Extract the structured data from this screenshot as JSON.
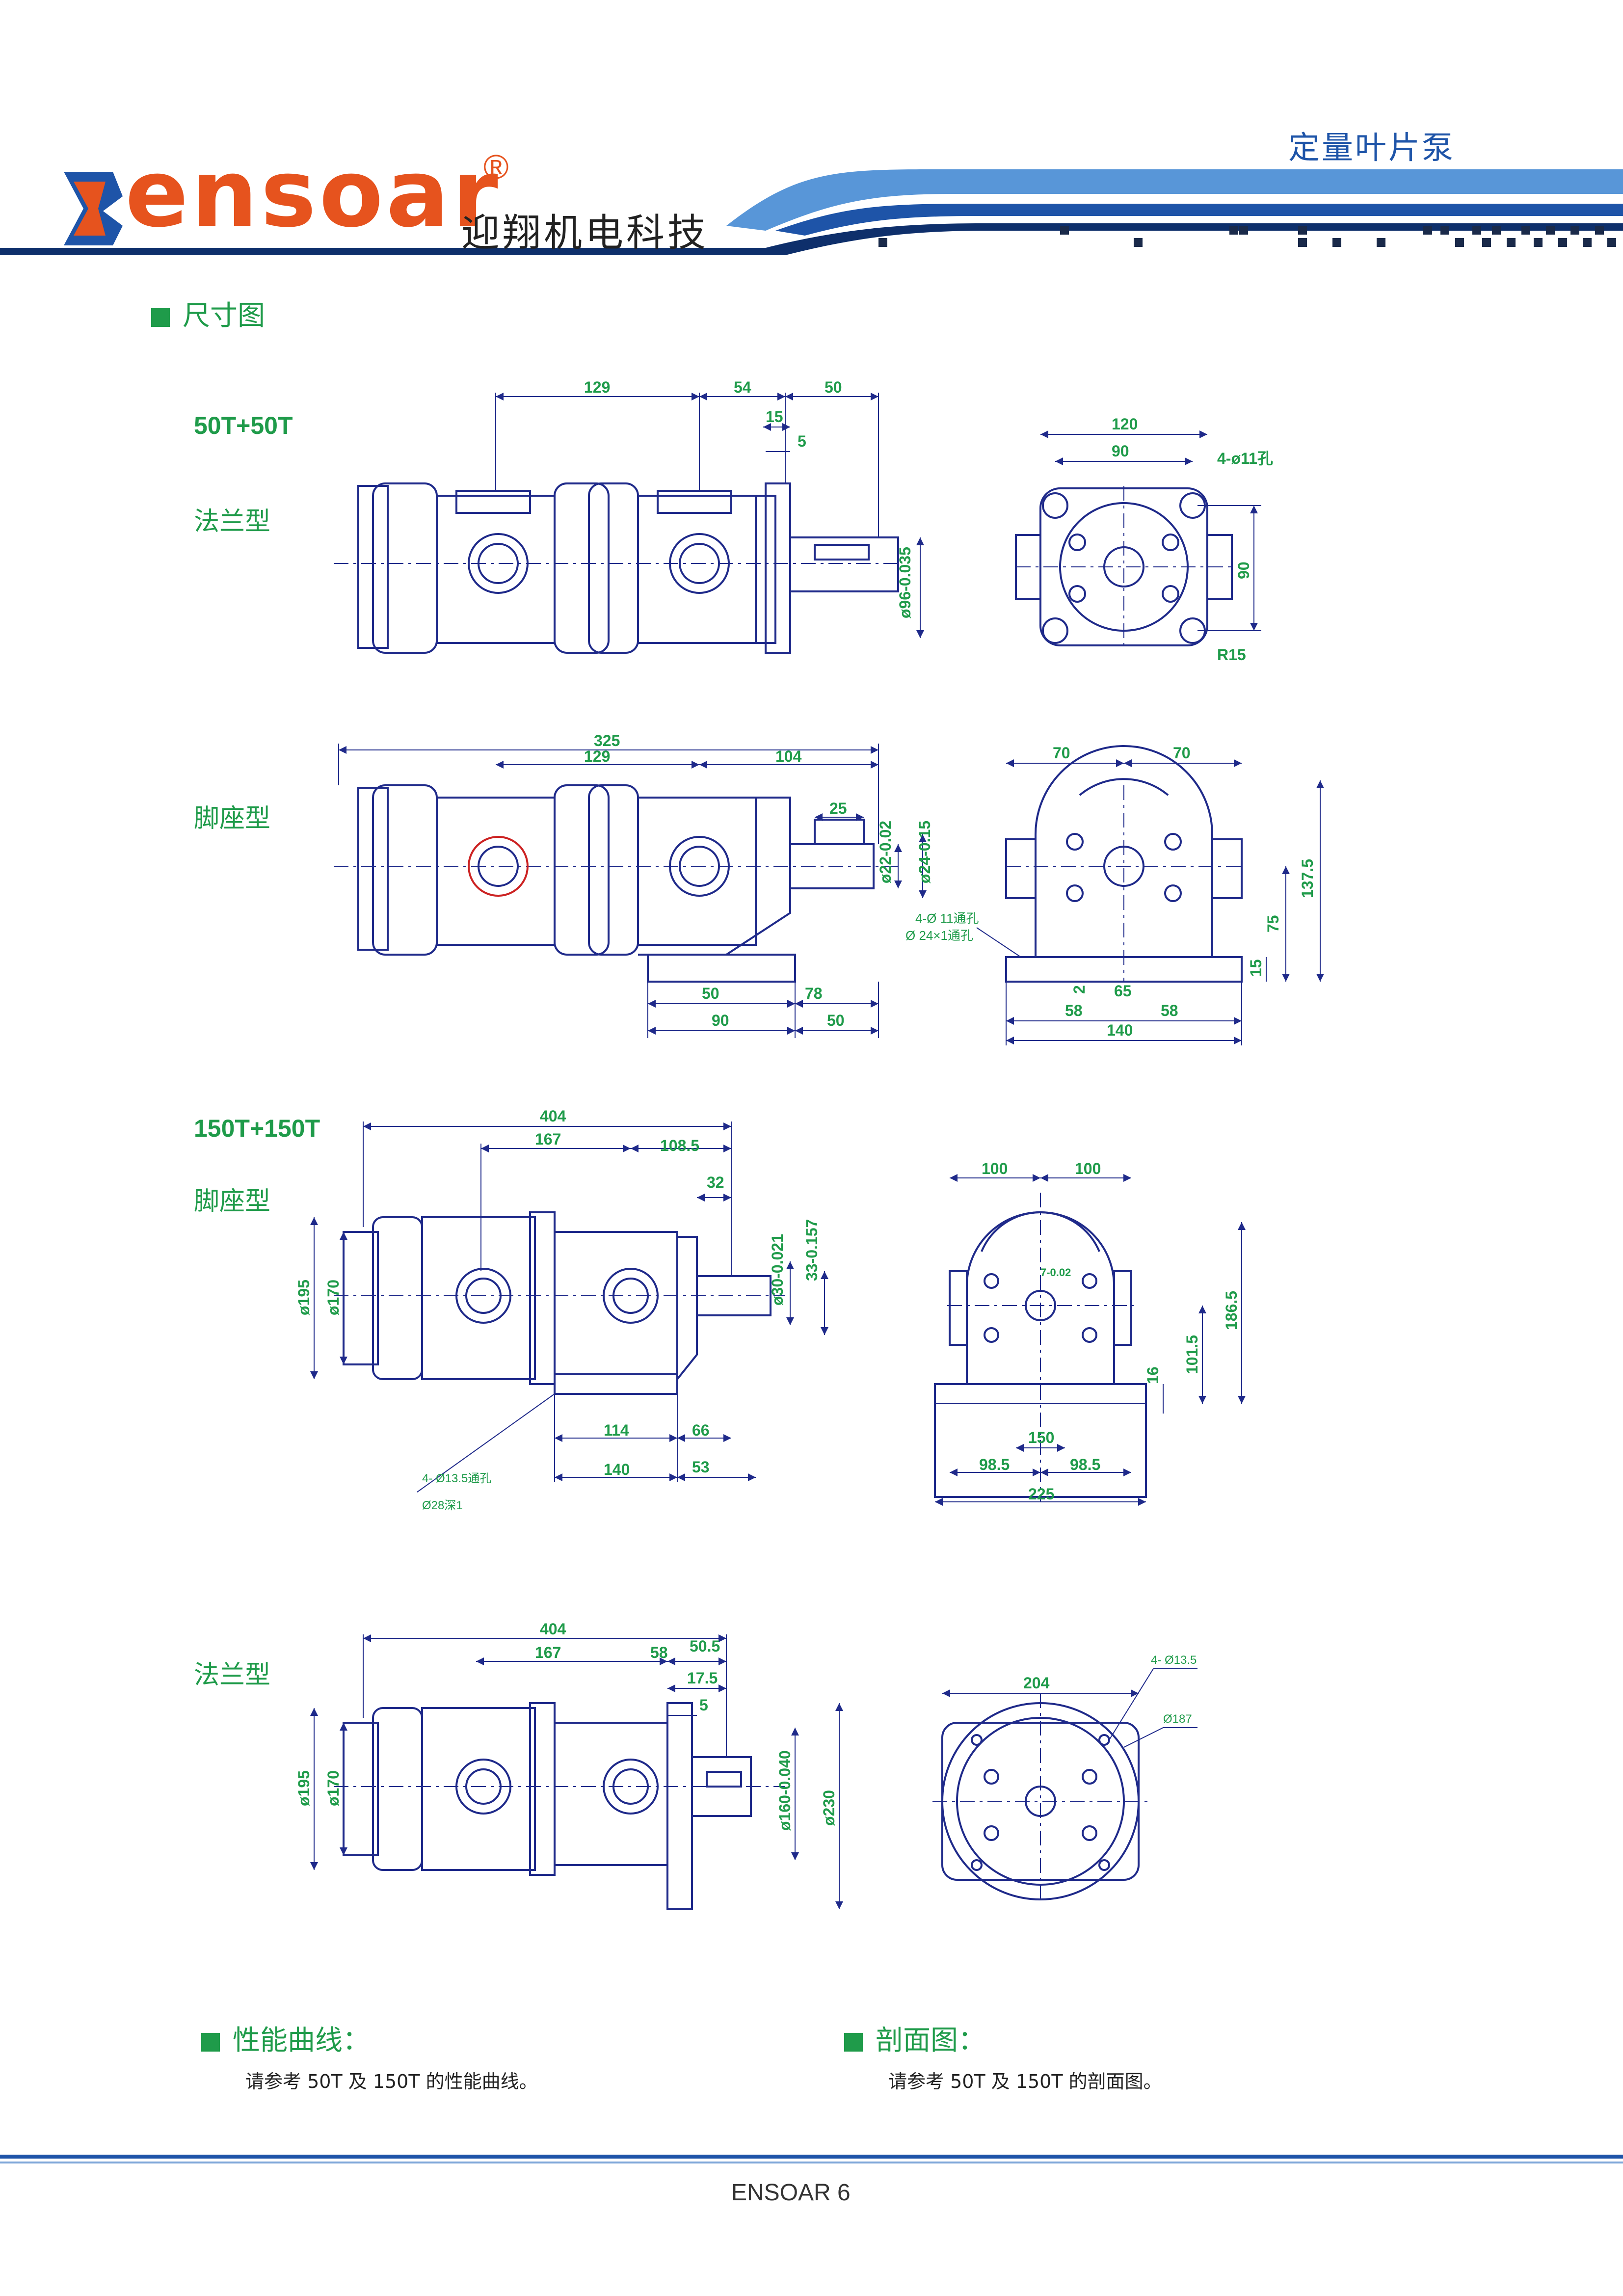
{
  "header": {
    "logo_text": "ensoar",
    "registered_mark": "®",
    "brand_cn": "迎翔机电科技",
    "product_title": "定量叶片泵",
    "logo_color": "#e6531e",
    "accent_blue": "#1e54a8"
  },
  "section": {
    "title": "尺寸图"
  },
  "groups": [
    {
      "model": "50T+50T",
      "types": [
        "法兰型",
        "脚座型"
      ]
    },
    {
      "model": "150T+150T",
      "types": [
        "脚座型",
        "法兰型"
      ]
    }
  ],
  "drawings": {
    "d1": {
      "side": [
        "129",
        "54",
        "50",
        "15",
        "5",
        "ø96-0.035"
      ],
      "front": [
        "120",
        "90",
        "4-ø11孔",
        "90",
        "R15"
      ]
    },
    "d2": {
      "side": [
        "325",
        "129",
        "104",
        "25",
        "ø22-0.02",
        "ø24-0.15",
        "50",
        "78",
        "90",
        "50"
      ],
      "front": [
        "70",
        "70",
        "4-Ø 11通孔",
        "Ø 24×1通孔",
        "137.5",
        "75",
        "15",
        "2",
        "65",
        "58",
        "58",
        "140"
      ]
    },
    "d3": {
      "side": [
        "404",
        "167",
        "108.5",
        "32",
        "ø30-0.021",
        "33-0.157",
        "ø195",
        "ø170",
        "114",
        "66",
        "140",
        "53",
        "4- Ø13.5通孔",
        "Ø28深1"
      ],
      "front": [
        "100",
        "100",
        "7-0.02",
        "186.5",
        "101.5",
        "16",
        "150",
        "98.5",
        "98.5",
        "225"
      ]
    },
    "d4": {
      "side": [
        "404",
        "167",
        "58",
        "50.5",
        "17.5",
        "5",
        "ø195",
        "ø170",
        "ø160-0.040",
        "ø230"
      ],
      "front": [
        "204",
        "4- Ø13.5",
        "Ø187"
      ]
    }
  },
  "performance": {
    "title": "性能曲线：",
    "note": "请参考 50T 及 150T 的性能曲线。"
  },
  "section_view": {
    "title": "剖面图：",
    "note": "请参考 50T 及 150T 的剖面图。"
  },
  "footer": {
    "text": "ENSOAR 6"
  }
}
